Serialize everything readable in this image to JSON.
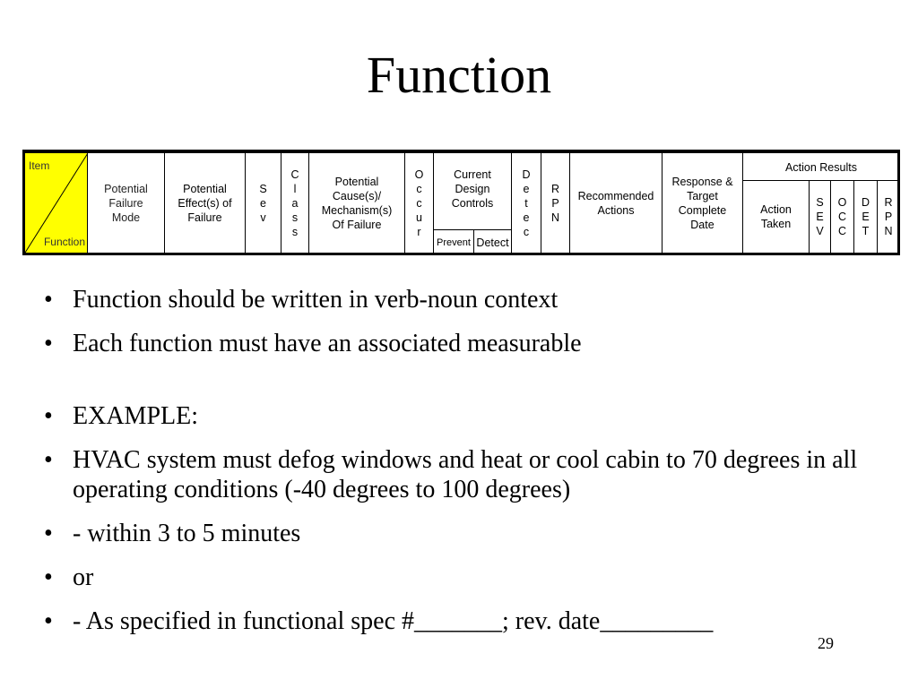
{
  "title": "Function",
  "fmea_header": {
    "item": "Item",
    "function": "Function",
    "potential_failure_mode": [
      "Potential",
      "Failure",
      "Mode"
    ],
    "potential_effects": [
      "Potential",
      "Effect(s) of",
      "Failure"
    ],
    "sev": [
      "S",
      "e",
      "v"
    ],
    "class": [
      "C",
      "l",
      "a",
      "s",
      "s"
    ],
    "potential_cause": [
      "Potential",
      "Cause(s)/",
      "Mechanism(s)",
      "Of Failure"
    ],
    "occur": [
      "O",
      "c",
      "c",
      "u",
      "r"
    ],
    "current_controls": [
      "Current",
      "Design",
      "Controls"
    ],
    "prevent": "Prevent",
    "detect": "Detect",
    "detec": [
      "D",
      "e",
      "t",
      "e",
      "c"
    ],
    "rpn": [
      "R",
      "P",
      "N"
    ],
    "recommended_actions": [
      "Recommended",
      "Actions"
    ],
    "response_target": [
      "Response &",
      "Target",
      "Complete",
      "Date"
    ],
    "action_results": "Action Results",
    "action_taken": [
      "Action",
      "Taken"
    ],
    "res_sev": [
      "S",
      "E",
      "V"
    ],
    "res_occ": [
      "O",
      "C",
      "C"
    ],
    "res_det": [
      "D",
      "E",
      "T"
    ],
    "res_rpn": [
      "R",
      "P",
      "N"
    ]
  },
  "bullets": [
    "Function should be written in verb-noun context",
    "Each function must have an associated measurable",
    "EXAMPLE:",
    "HVAC system must defog windows and heat or cool cabin to 70 degrees in all operating conditions (-40 degrees to 100 degrees)",
    "- within 3 to 5 minutes",
    "or",
    "- As specified in functional spec #_______; rev. date_________"
  ],
  "bullet_symbol": "•",
  "page_number": "29"
}
